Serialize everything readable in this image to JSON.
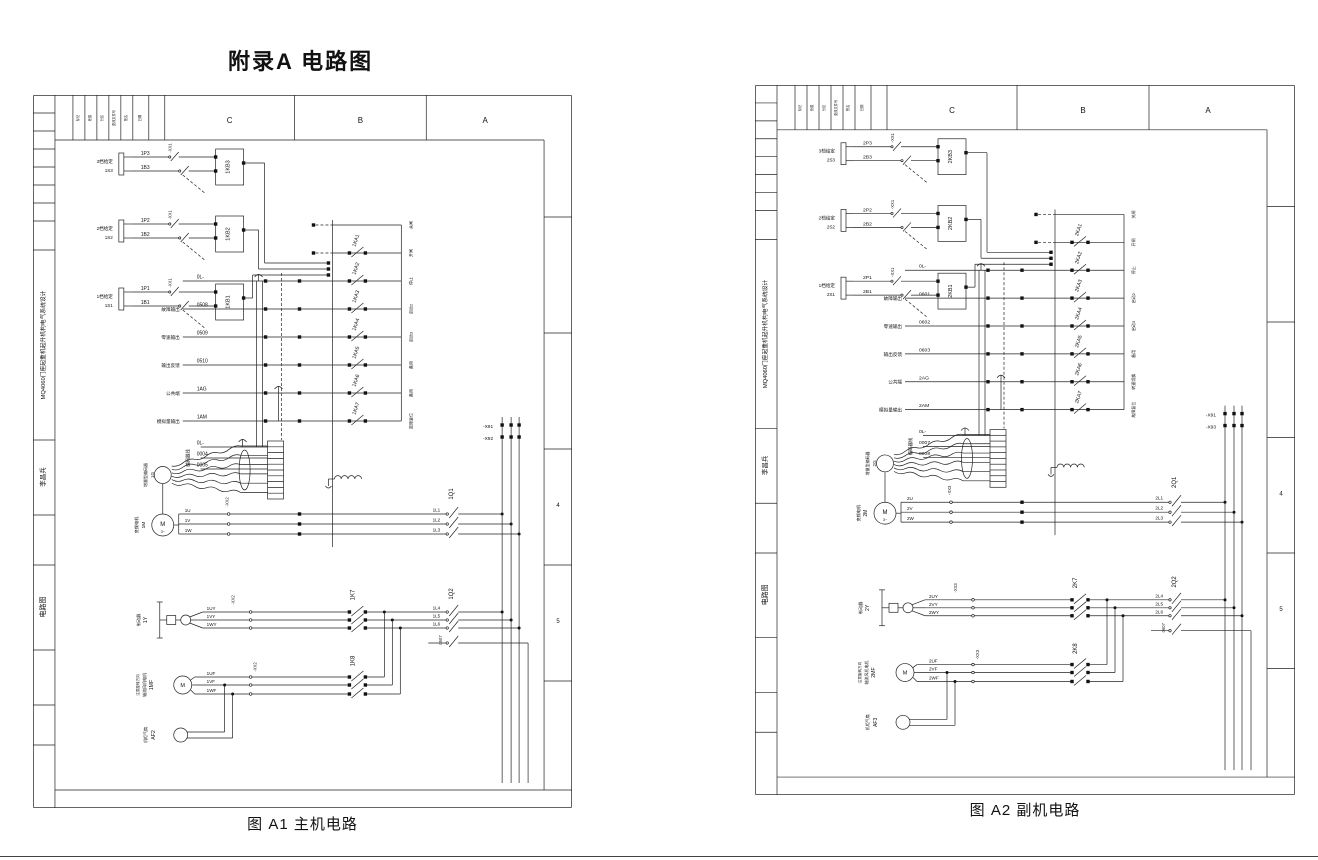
{
  "page": {
    "title": "附录A 电路图",
    "background": "#ffffff",
    "line_color": "#222222"
  },
  "sheets": [
    {
      "caption": "图 A1 主机电路",
      "zones_top": [
        "C",
        "B",
        "A"
      ],
      "zones_right": [
        "4",
        "5"
      ],
      "title_block": {
        "project": "MQ4060门座起重机起升机构电气系统设计",
        "drawn_by": "李昌兵",
        "doc_name": "电路图",
        "fields": [
          "标记",
          "处数",
          "分区",
          "更改文件号",
          "签名",
          "日期"
        ]
      },
      "cable_markers": {
        "top": "-XX1",
        "motor": "-XX2",
        "brake": "-XX2",
        "fan": "-XX2"
      },
      "inputs": [
        {
          "label": "3档给定",
          "sw": "1S3",
          "p": "1P3",
          "b": "1B3",
          "block": "1KB3"
        },
        {
          "label": "2档给定",
          "sw": "1S2",
          "p": "1P2",
          "b": "1B2",
          "block": "1KB2"
        },
        {
          "label": "1档给定",
          "sw": "1S1",
          "p": "1P1",
          "b": "1B1",
          "block": "1KB1"
        }
      ],
      "control_rows": [
        {
          "name": "",
          "code": "0L-"
        },
        {
          "name": "故障输出",
          "code": "0508"
        },
        {
          "name": "零速输出",
          "code": "0509"
        },
        {
          "name": "输出反馈",
          "code": "0510"
        },
        {
          "name": "公共端",
          "code": "1AG"
        },
        {
          "name": "模拟量输出",
          "code": "1AM"
        }
      ],
      "encoder_rows": {
        "group": "编码器线",
        "codes": [
          "0L-",
          "0004",
          "0005"
        ]
      },
      "encoder": {
        "tag": "1G",
        "label": "增量型编码器"
      },
      "motor": {
        "tag": "1M",
        "label": "变频电机",
        "symbol": "M",
        "mark": "3~",
        "phases": [
          "1U",
          "1V",
          "1W"
        ]
      },
      "relays": [
        "1KA1",
        "1KA2",
        "1KA3",
        "1KA4",
        "1KA5",
        "1KA6",
        "1KA7"
      ],
      "relay_functions": [
        "关闸",
        "开闸",
        "停止",
        "启动2",
        "启动3",
        "备用",
        "备用",
        "故障复位"
      ],
      "breaker1": {
        "name": "1Q1",
        "wires": [
          "1L1",
          "1L2",
          "1L3"
        ]
      },
      "breaker2": {
        "name": "1Q2",
        "wires": [
          "1L4",
          "1L5",
          "1L6"
        ],
        "aux": "0507"
      },
      "bus": [
        "-X91",
        "-X92"
      ],
      "contactors": {
        "brake": "1K7",
        "fan": "1K8"
      },
      "brake": {
        "tag": "1Y",
        "label": "制动器",
        "wires": [
          "1UY",
          "1VY",
          "1WY"
        ]
      },
      "fan_motor": {
        "tag": "1MF",
        "label1": "轴流风机电机",
        "label2": "注意旋转方向",
        "symbol": "M",
        "wires": [
          "1UF",
          "1VF",
          "1WF"
        ]
      },
      "cab_fan": {
        "tag": "AF2",
        "label": "机柜气扇"
      }
    },
    {
      "caption": "图 A2 副机电路",
      "zones_top": [
        "C",
        "B",
        "A"
      ],
      "zones_right": [
        "4",
        "5"
      ],
      "title_block": {
        "project": "MQ4060门座起重机起升机构电气系统设计",
        "drawn_by": "李昌兵",
        "doc_name": "电路图",
        "fields": [
          "标记",
          "处数",
          "分区",
          "更改文件号",
          "签名",
          "日期"
        ]
      },
      "cable_markers": {
        "top": "-XX1",
        "motor": "-XX3",
        "brake": "-XX3",
        "fan": "-XX3"
      },
      "inputs": [
        {
          "label": "3档给定",
          "sw": "2S3",
          "p": "2P3",
          "b": "2B3",
          "block": "2KB3"
        },
        {
          "label": "2档给定",
          "sw": "2S2",
          "p": "2P2",
          "b": "2B2",
          "block": "2KB2"
        },
        {
          "label": "1档给定",
          "sw": "2S1",
          "p": "2P1",
          "b": "2B1",
          "block": "2KB1"
        }
      ],
      "control_rows": [
        {
          "name": "",
          "code": "0L-"
        },
        {
          "name": "故障输出",
          "code": "0601"
        },
        {
          "name": "零速输出",
          "code": "0602"
        },
        {
          "name": "输出反馈",
          "code": "0603"
        },
        {
          "name": "公共端",
          "code": "2AG"
        },
        {
          "name": "模拟量输出",
          "code": "2AM"
        }
      ],
      "encoder_rows": {
        "group": "编码器线",
        "codes": [
          "0L-",
          "0007",
          "0008"
        ]
      },
      "encoder": {
        "tag": "2G",
        "label": "增量型编码器"
      },
      "motor": {
        "tag": "2M",
        "label": "变频电机",
        "symbol": "M",
        "mark": "3~",
        "phases": [
          "2U",
          "2V",
          "2W"
        ]
      },
      "relays": [
        "2KA1",
        "2KA2",
        "2KA3",
        "2KA4",
        "2KA5",
        "2KA6",
        "2KA7"
      ],
      "relay_functions": [
        "关闸",
        "开闸",
        "停止",
        "启动2",
        "启动3",
        "备用",
        "转速切换",
        "故障复位"
      ],
      "breaker1": {
        "name": "2Q1",
        "wires": [
          "2L1",
          "2L2",
          "2L3"
        ]
      },
      "breaker2": {
        "name": "2Q2",
        "wires": [
          "2L4",
          "2L5",
          "2L6"
        ],
        "aux": "0607"
      },
      "bus": [
        "-X91",
        "-X93"
      ],
      "contactors": {
        "brake": "2K7",
        "fan": "2K8"
      },
      "brake": {
        "tag": "2Y",
        "label": "制动器",
        "wires": [
          "2UY",
          "2VY",
          "2WY"
        ]
      },
      "fan_motor": {
        "tag": "2MF",
        "label1": "轴流风机电机",
        "label2": "注意旋转方向",
        "symbol": "M",
        "wires": [
          "2UF",
          "2VF",
          "2WF"
        ]
      },
      "cab_fan": {
        "tag": "AF3",
        "label": "机柜气扇"
      }
    }
  ]
}
